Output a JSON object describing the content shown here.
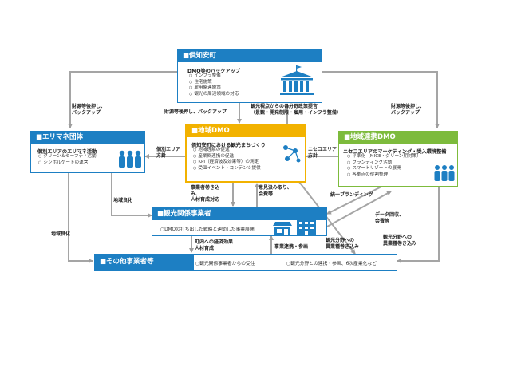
{
  "town": {
    "header": "■倶知安町",
    "title": "DMO等のバックアップ",
    "items": [
      "インフラ整備",
      "住宅施策",
      "雇用関連施策",
      "観光の周辺領域の対応"
    ],
    "icon": "town-hall-icon"
  },
  "dmo": {
    "header": "■地域DMO",
    "title": "倶知安町における観光まちづくり",
    "items": [
      "地域理解の促進",
      "産業関連携の促進",
      "KPI（経済波及効果等）の測定",
      "受皿イベント・コンテンツ提供"
    ],
    "icon": "network-icon"
  },
  "erimane": {
    "header": "■エリマネ団体",
    "title": "個別エリアのエリマネ活動",
    "items": [
      "グリーン＆セーフティ活動",
      "シンボルゲートの運営"
    ],
    "icon": "people-group-icon"
  },
  "regional": {
    "header": "■地域連携DMO",
    "title": "ニセコエリアのマーケティング・受入環境整備",
    "items": [
      "平準化（MICE・グリーン期対策）",
      "ブランディング活動",
      "スマートリゾートの展開",
      "各拠点の役割整理"
    ],
    "icon": "people-group-icon"
  },
  "tourism": {
    "header": "■観光関係事業者",
    "item": "DMOの打ち出した戦略と連動した事業展開",
    "icons": [
      "shop-icon",
      "building-icon"
    ]
  },
  "others": {
    "header": "■その他事業者等",
    "items": [
      "観光関係事業者からの受注",
      "観光分野との連携・参画、6次産業化など"
    ]
  },
  "labels": {
    "finance_left": "財源等後押し、\nバックアップ",
    "finance_center": "財源等後押し、バックアップ",
    "finance_right": "財源等後押し、\nバックアップ",
    "policy": "観光視点からの各分野政策提言\n（景観・開発制限・雇用・インフラ整備）",
    "individual_area": "個別エリア\n方針",
    "niseko_area": "ニセコエリア\n方針",
    "involve": "事業者巻き込\nみ、\n人材育成対応",
    "opinion": "意見汲み取り、\n会費等",
    "unified_branding": "統一ブランディング",
    "data_collection": "データ回収、\n会費等",
    "regional_good_left": "地域良化",
    "regional_good_mid": "地域良化",
    "tourism_other_field": "観光分野への\n異業種巻き込み",
    "other_field": "観光分野への\n異業種巻き込み",
    "economic_effect": "町内への経済効果\n人材育成",
    "business_coop": "事業連携・参画"
  },
  "colors": {
    "blue": "#1d7fc3",
    "yellow": "#f2b200",
    "green": "#7dbb3c",
    "arrow": "#9e9e9e"
  }
}
